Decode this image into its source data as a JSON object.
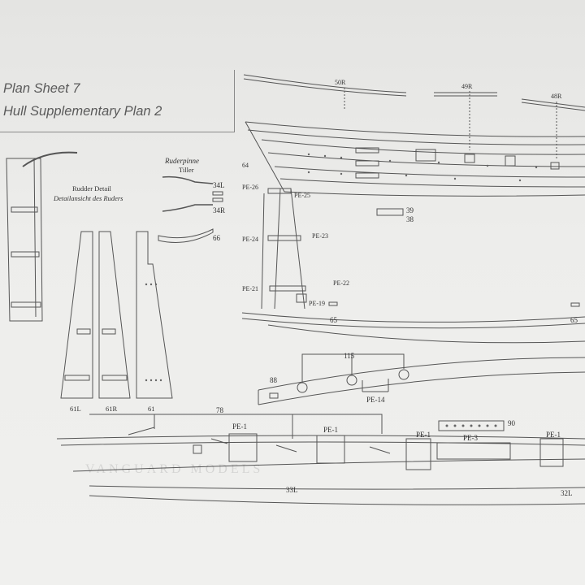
{
  "sheet": {
    "title": "Plan Sheet 7",
    "subtitle": "Hull Supplementary Plan 2"
  },
  "rudder": {
    "title_en": "Rudder Detail",
    "title_de": "Detailansicht des Ruders",
    "parts": [
      "61L",
      "61R",
      "61"
    ]
  },
  "tiller": {
    "title_de": "Ruderpinne",
    "title_en": "Tiller",
    "parts": [
      "34L",
      "34R",
      "66"
    ]
  },
  "top_strips": [
    "50R",
    "49R",
    "48R"
  ],
  "hull_parts": {
    "p64": "64",
    "pe26": "PE-26",
    "pe25": "PE-25",
    "pe24": "PE-24",
    "pe23": "PE-23",
    "pe21": "PE-21",
    "pe22": "PE-22",
    "pe19": "PE-19",
    "p65a": "65",
    "p65b": "65",
    "p39": "39",
    "p38": "38"
  },
  "keel_parts": {
    "p115": "115",
    "p88": "88",
    "pe14": "PE-14"
  },
  "lower_parts": {
    "p78": "78",
    "pe1a": "PE-1",
    "pe1b": "PE-1",
    "pe1c": "PE-1",
    "pe1d": "PE-1",
    "pe3": "PE-3",
    "p90": "90",
    "p33l": "33L",
    "p32l": "32L"
  },
  "watermark": "VANGUARD MODELS"
}
